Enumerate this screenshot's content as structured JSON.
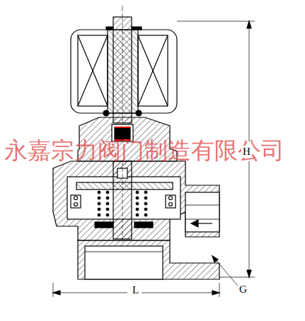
{
  "diagram": {
    "labels": [
      "永嘉宗力阀门制造有限公司",
      "H",
      "L",
      "G"
    ]
  }
}
